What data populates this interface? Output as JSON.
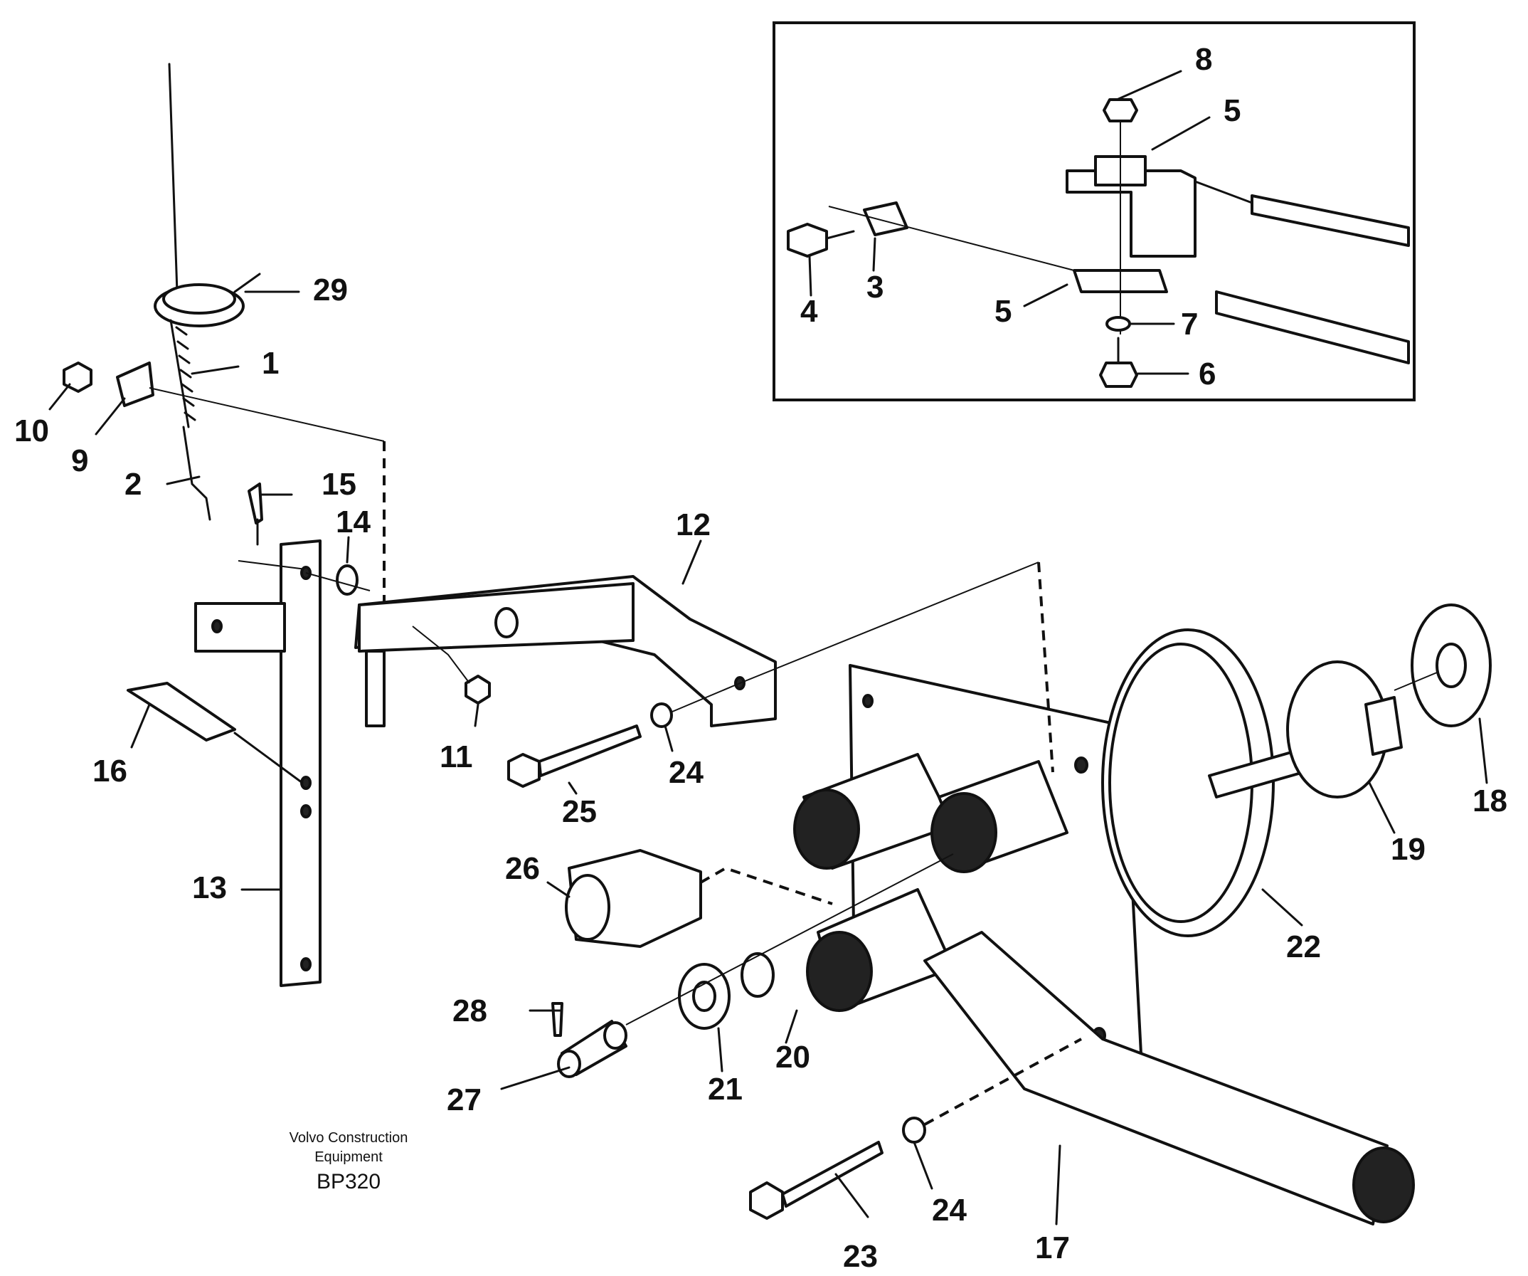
{
  "caption": {
    "line1": "Volvo Construction",
    "line2": "Equipment",
    "code": "BP320"
  },
  "callouts": {
    "c1": "1",
    "c2": "2",
    "c3": "3",
    "c4": "4",
    "c5a": "5",
    "c5b": "5",
    "c6": "6",
    "c7": "7",
    "c8": "8",
    "c9": "9",
    "c10": "10",
    "c11": "11",
    "c12": "12",
    "c13": "13",
    "c14": "14",
    "c15": "15",
    "c16": "16",
    "c17": "17",
    "c18": "18",
    "c19": "19",
    "c20": "20",
    "c21": "21",
    "c22": "22",
    "c23": "23",
    "c24a": "24",
    "c24b": "24",
    "c25": "25",
    "c26": "26",
    "c27": "27",
    "c28": "28",
    "c29": "29"
  }
}
